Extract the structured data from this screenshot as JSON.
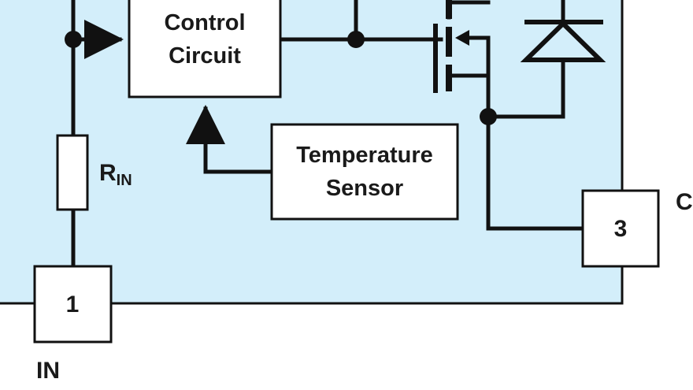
{
  "blocks": {
    "control_circuit": {
      "line1": "Control",
      "line2": "Circuit"
    },
    "temperature_sensor": {
      "line1": "Temperature",
      "line2": "Sensor"
    }
  },
  "resistor": {
    "main": "R",
    "subscript": "IN"
  },
  "pins": {
    "pin1": {
      "number": "1",
      "label": "IN"
    },
    "pin3": {
      "number": "3",
      "label": "C"
    }
  },
  "colors": {
    "package_fill": "#d3eefa",
    "wire": "#111111",
    "box_fill": "#ffffff"
  }
}
